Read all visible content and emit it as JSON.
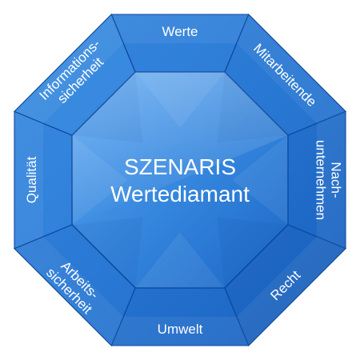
{
  "diagram": {
    "center": {
      "line1": "SZENARIS",
      "line2": "Wertediamant"
    },
    "segments": [
      {
        "id": "werte",
        "lines": [
          "Werte"
        ]
      },
      {
        "id": "mitarbeitende",
        "lines": [
          "Mitarbeitende"
        ]
      },
      {
        "id": "nachunternehmen",
        "lines": [
          "Nach-",
          "unternehmen"
        ]
      },
      {
        "id": "recht",
        "lines": [
          "Recht"
        ]
      },
      {
        "id": "umwelt",
        "lines": [
          "Umwelt"
        ]
      },
      {
        "id": "arbeitssicherheit",
        "lines": [
          "Arbeits-",
          "sicherheit"
        ]
      },
      {
        "id": "qualitaet",
        "lines": [
          "Qualität"
        ]
      },
      {
        "id": "informationssicherheit",
        "lines": [
          "Informations-",
          "sicherheit"
        ]
      }
    ],
    "colors": {
      "outer_light": "#3d8de0",
      "outer_dark": "#1256b3",
      "inner_light": "#4f9df0",
      "inner_dark": "#1a64c4",
      "edge": "#0d3f8a",
      "divider": "#0b4a9e"
    }
  }
}
